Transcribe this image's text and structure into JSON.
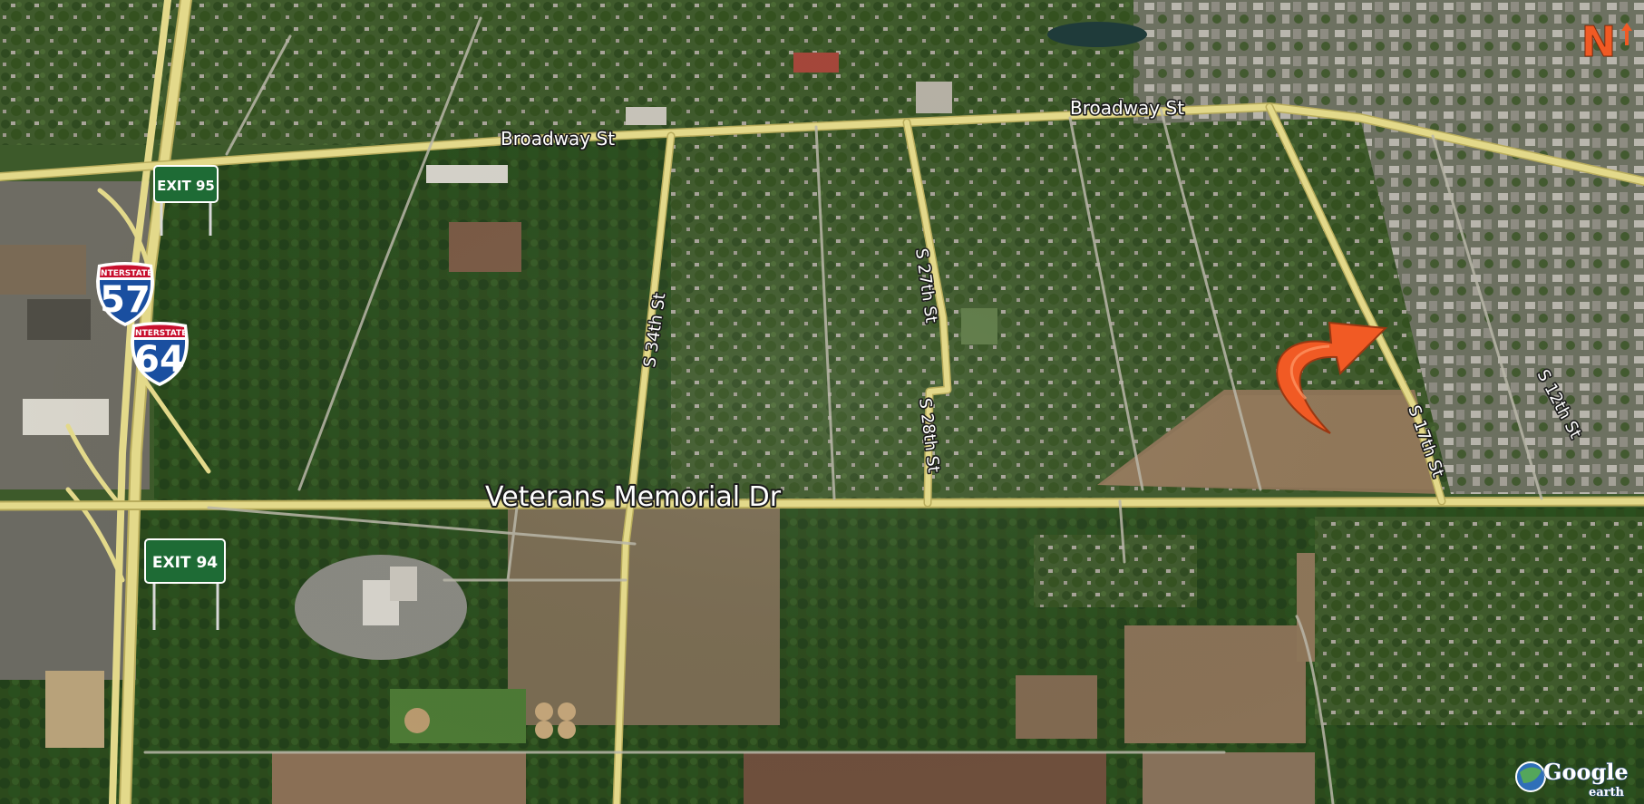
{
  "roads": {
    "broadway_left": "Broadway St",
    "broadway_right": "Broadway St",
    "veterans": "Veterans Memorial Dr",
    "s34th": "S 34th St",
    "s27th": "S 27th St",
    "s28th": "S 28th St",
    "s17th": "S 17th St",
    "s12th": "S 12th St"
  },
  "exits": {
    "exit95": "EXIT 95",
    "exit94": "EXIT 94"
  },
  "shields": {
    "i57": {
      "label": "INTERSTATE",
      "number": "57"
    },
    "i64": {
      "label": "INTERSTATE",
      "number": "64"
    }
  },
  "north_label": "N",
  "branding": {
    "line1": "Google",
    "line2": "earth"
  },
  "marker_icon": "curved-arrow-icon",
  "colors": {
    "road": "#e3d98a",
    "road_edge": "#b8ac5c",
    "exit_sign": "#1e6b35",
    "shield_blue": "#1a4fa0",
    "shield_red": "#c8102e",
    "arrow": "#f15a24",
    "north": "#f15a24"
  }
}
